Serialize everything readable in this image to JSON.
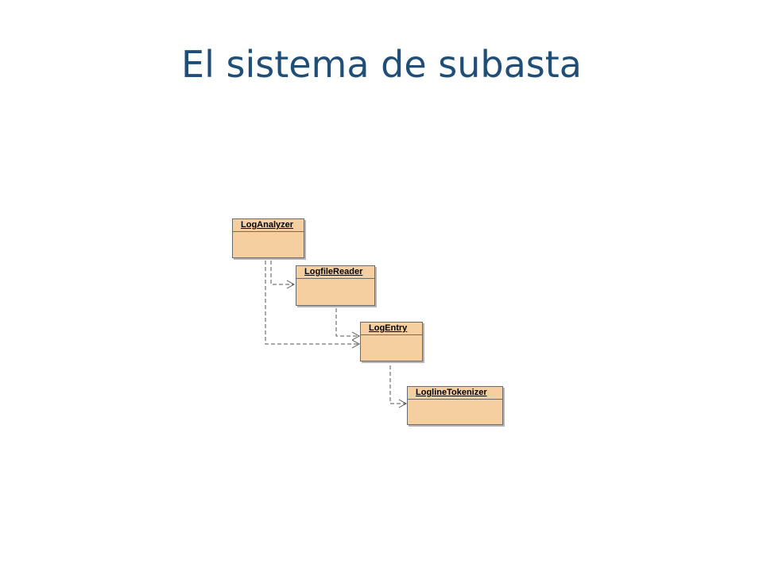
{
  "title": "El sistema de subasta",
  "diagram": {
    "classes": [
      {
        "name": "LogAnalyzer"
      },
      {
        "name": "LogfileReader"
      },
      {
        "name": "LogEntry"
      },
      {
        "name": "LoglineTokenizer"
      }
    ],
    "dependencies": [
      {
        "from": "LogAnalyzer",
        "to": "LogfileReader"
      },
      {
        "from": "LogAnalyzer",
        "to": "LogEntry"
      },
      {
        "from": "LogfileReader",
        "to": "LogEntry"
      },
      {
        "from": "LogEntry",
        "to": "LoglineTokenizer"
      }
    ],
    "colors": {
      "title": "#1f4e79",
      "class_fill": "#f5cfa0",
      "class_border": "#6b6b6b",
      "dependency_line": "#555555"
    }
  }
}
